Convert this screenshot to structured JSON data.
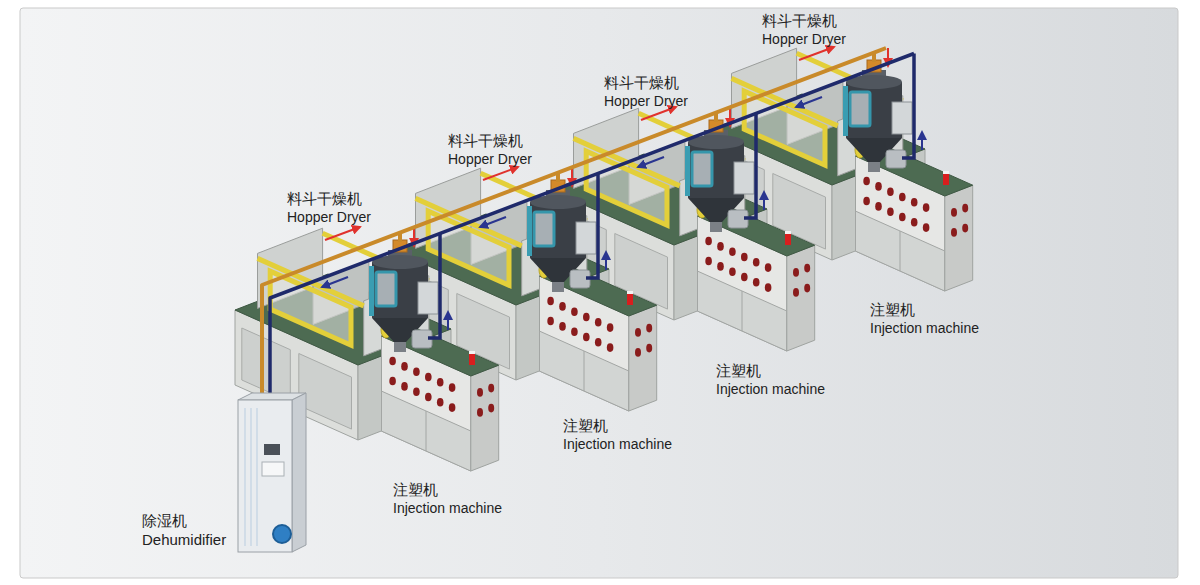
{
  "diagram": {
    "labels": [
      "料斗干燥机",
      "Hopper Dryer",
      "料斗干燥机",
      "Hopper Dryer",
      "料斗干燥机",
      "Hopper Dryer",
      "料斗干燥机",
      "Hopper Dryer",
      "注塑机",
      "Injection machine",
      "注塑机",
      "Injection machine",
      "注塑机",
      "Injection machine",
      "注塑机",
      "Injection machine",
      "除湿机",
      "Dehumidifier"
    ]
  }
}
